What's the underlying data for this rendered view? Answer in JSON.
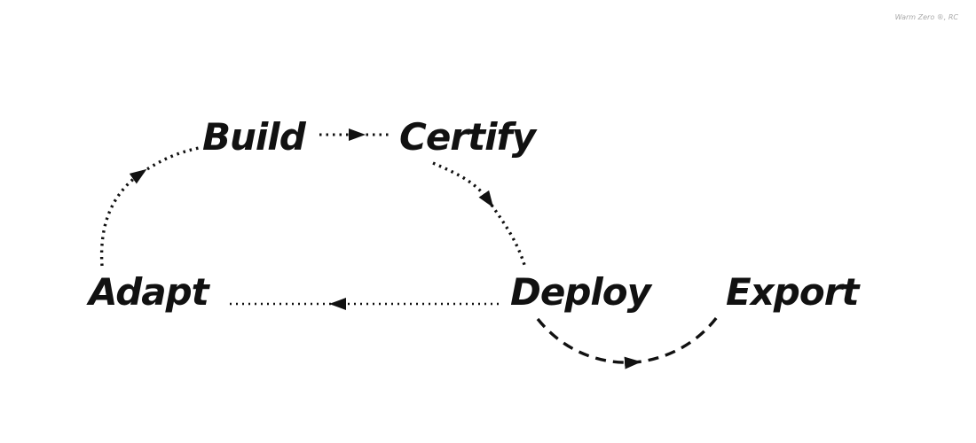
{
  "watermark": "Warm Zero ®, RC",
  "diagram": {
    "title": "",
    "nodes": [
      {
        "id": "build",
        "label": "Build"
      },
      {
        "id": "certify",
        "label": "Certify"
      },
      {
        "id": "adapt",
        "label": "Adapt"
      },
      {
        "id": "deploy",
        "label": "Deploy"
      },
      {
        "id": "export",
        "label": "Export"
      }
    ],
    "edges": [
      {
        "from": "Adapt",
        "to": "Build",
        "style": "dotted-curve"
      },
      {
        "from": "Build",
        "to": "Certify",
        "style": "dotted-straight"
      },
      {
        "from": "Certify",
        "to": "Deploy",
        "style": "dotted-curve"
      },
      {
        "from": "Deploy",
        "to": "Adapt",
        "style": "dotted-straight"
      },
      {
        "from": "Deploy",
        "to": "Export",
        "style": "dashed-curve"
      }
    ],
    "ink_color": "#111111"
  }
}
